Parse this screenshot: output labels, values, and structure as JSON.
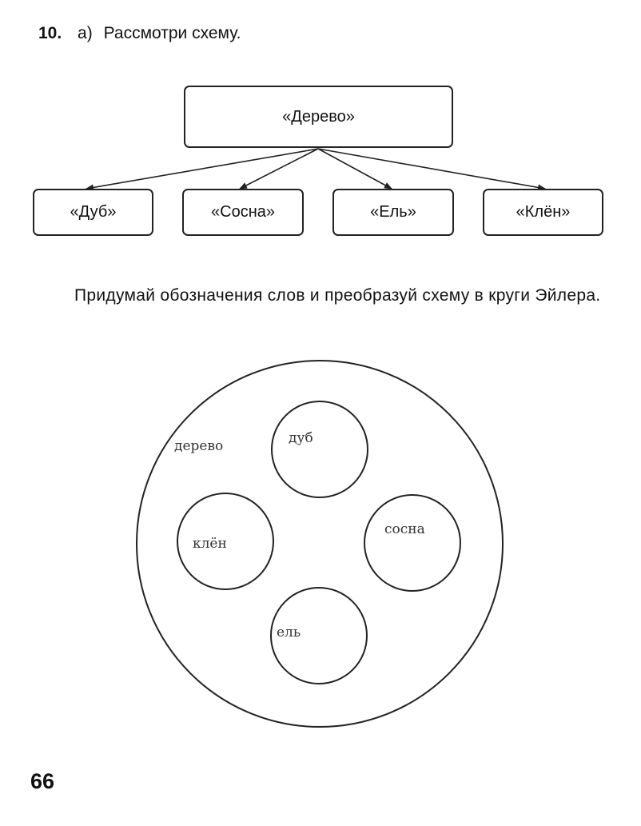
{
  "task": {
    "number": "10.",
    "part": "а)",
    "prompt": "Рассмотри схему."
  },
  "scheme": {
    "root": "«Дерево»",
    "children": [
      "«Дуб»",
      "«Сосна»",
      "«Ель»",
      "«Клён»"
    ]
  },
  "instruction": "Придумай обозначения слов и преобразуй схему в круги Эйлера.",
  "euler": {
    "outer_label": "дерево",
    "inner_labels": {
      "top": "дуб",
      "right": "сосна",
      "left": "клён",
      "bottom": "ель"
    }
  },
  "page_number": "66"
}
